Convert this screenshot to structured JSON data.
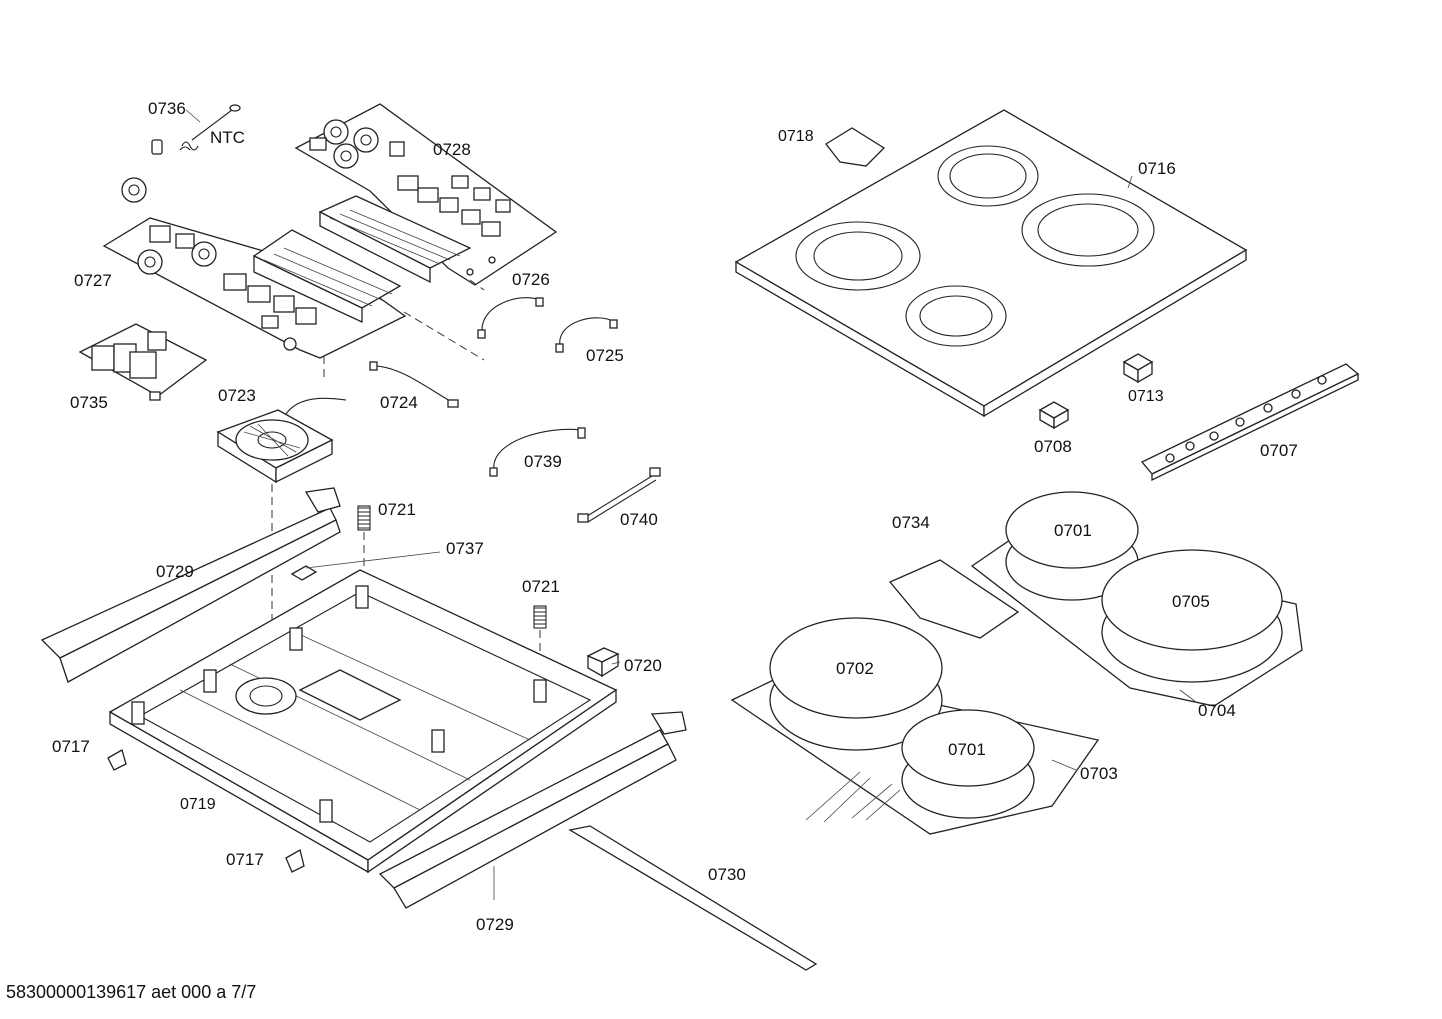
{
  "callouts": {
    "c0736": "0736",
    "ntc": "NTC",
    "c0728": "0728",
    "c0727": "0727",
    "c0726": "0726",
    "c0725": "0725",
    "c0735": "0735",
    "c0723": "0723",
    "c0724": "0724",
    "c0739": "0739",
    "c0740": "0740",
    "c0721a": "0721",
    "c0737": "0737",
    "c0721b": "0721",
    "c0729a": "0729",
    "c0720": "0720",
    "c0717a": "0717",
    "c0719": "0719",
    "c0717b": "0717",
    "c0729b": "0729",
    "c0730": "0730",
    "c0718": "0718",
    "c0716": "0716",
    "c0713": "0713",
    "c0708": "0708",
    "c0707": "0707",
    "c0734": "0734",
    "c0701a": "0701",
    "c0705": "0705",
    "c0702": "0702",
    "c0701b": "0701",
    "c0704": "0704",
    "c0703": "0703"
  },
  "footer": {
    "doc_id": "58300000139617 aet 000 a 7/7"
  }
}
